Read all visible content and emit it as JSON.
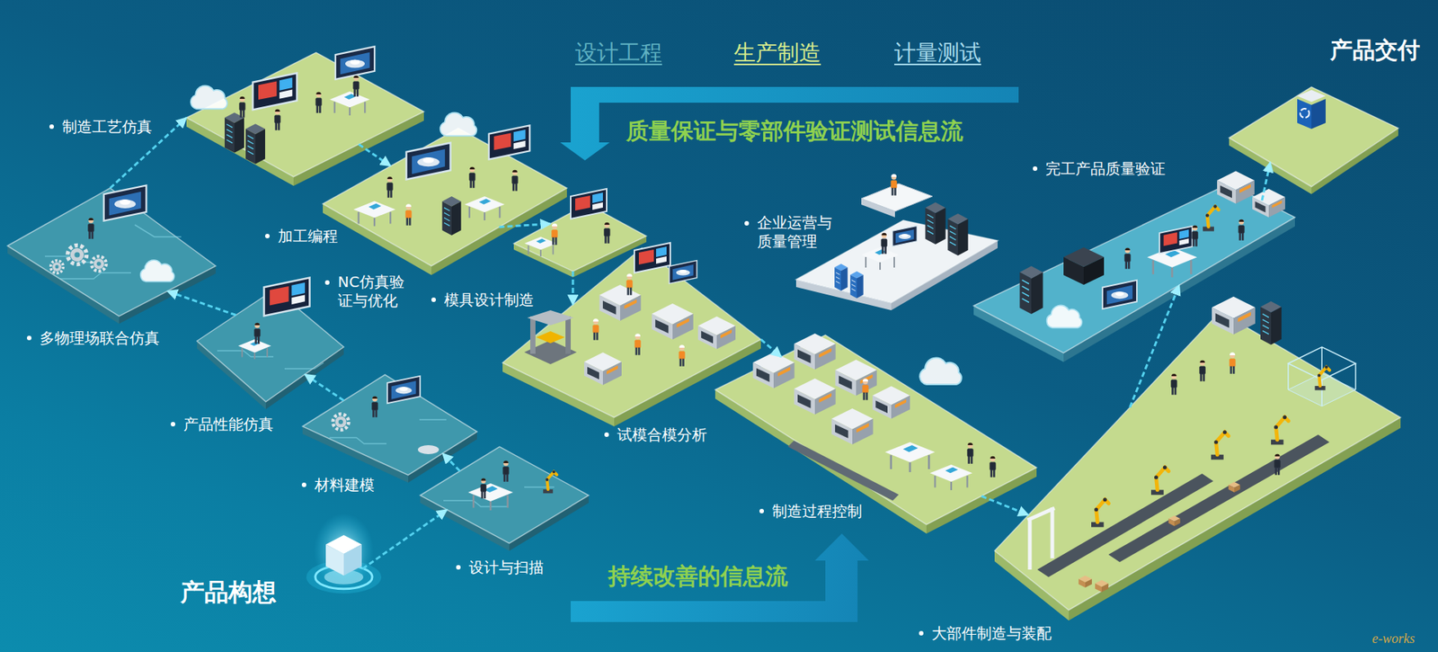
{
  "diagram": {
    "nodes": [
      {
        "text": [
          "产品构想"
        ]
      },
      {
        "text": [
          "设计与扫描"
        ]
      },
      {
        "text": [
          "材料建模"
        ]
      },
      {
        "text": [
          "产品性能仿真"
        ]
      },
      {
        "text": [
          "多物理场联合仿真"
        ]
      },
      {
        "text": [
          "制造工艺仿真"
        ]
      },
      {
        "text": [
          "加工编程"
        ]
      },
      {
        "text": [
          "NC仿真验 证与优化"
        ]
      },
      {
        "text": [
          "模具设计制造",
          "试模合模分析"
        ]
      },
      {
        "text": [
          "制造过程控制"
        ]
      },
      {
        "text": [
          "企业运营与 质量管理"
        ]
      },
      {
        "text": [
          "大部件制造与装配"
        ]
      },
      {
        "text": [
          "完工产品质量验证"
        ]
      },
      {
        "text": [
          "产品交付"
        ]
      }
    ],
    "edges": [
      {
        "from": 0,
        "to": 1,
        "arrow": "to"
      },
      {
        "from": 1,
        "to": 2,
        "arrow": "to"
      },
      {
        "from": 2,
        "to": 3,
        "arrow": "to"
      },
      {
        "from": 3,
        "to": 4,
        "arrow": "to"
      },
      {
        "from": 4,
        "to": 5,
        "arrow": "to"
      },
      {
        "from": 5,
        "to": 6,
        "arrow": "to"
      },
      {
        "from": 6,
        "to": 7,
        "arrow": "to"
      },
      {
        "from": 7,
        "to": 8,
        "arrow": "to"
      },
      {
        "from": 8,
        "to": 9,
        "arrow": "to"
      },
      {
        "from": 9,
        "to": 11,
        "arrow": "to"
      },
      {
        "from": 11,
        "to": 12,
        "arrow": "to"
      },
      {
        "from": 12,
        "to": 13,
        "arrow": "to"
      }
    ],
    "labels": [
      "设计工程",
      "生产制造",
      "计量测试",
      "质量保证与零部件验证测试信息流",
      "持续改善的信息流",
      "e-works"
    ]
  }
}
